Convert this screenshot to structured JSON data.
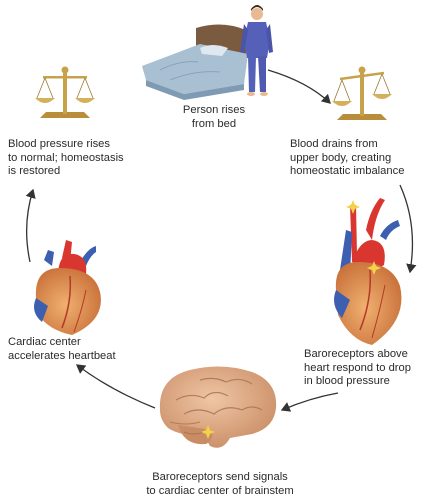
{
  "diagram": {
    "steps": [
      {
        "id": "rise",
        "lines": [
          "Person rises",
          "from bed"
        ]
      },
      {
        "id": "drain",
        "lines": [
          "Blood drains from",
          "upper body, creating",
          "homeostatic imbalance"
        ]
      },
      {
        "id": "baro",
        "lines": [
          "Baroreceptors above",
          "heart respond to drop",
          "in blood pressure"
        ]
      },
      {
        "id": "signal",
        "lines": [
          "Baroreceptors send signals",
          "to cardiac center of brainstem"
        ]
      },
      {
        "id": "cardiac",
        "lines": [
          "Cardiac center",
          "accelerates heartbeat"
        ]
      },
      {
        "id": "restore",
        "lines": [
          "Blood pressure rises",
          "to normal; homeostasis",
          "is restored"
        ]
      }
    ],
    "icons": {
      "scale_balanced": "balanced-scale-icon",
      "scale_tipped": "tipped-scale-icon",
      "person": "person-in-pajamas",
      "bed": "bed",
      "heart": "heart",
      "brain": "brain"
    },
    "colors": {
      "brass": "#c8a24a",
      "bed_sheet": "#9fb7c9",
      "pajamas": "#5561b8",
      "heart_muscle": "#d98f55",
      "artery": "#d9362f",
      "vein": "#3c5fb0",
      "brain": "#d9a882",
      "arrow": "#333333"
    }
  }
}
